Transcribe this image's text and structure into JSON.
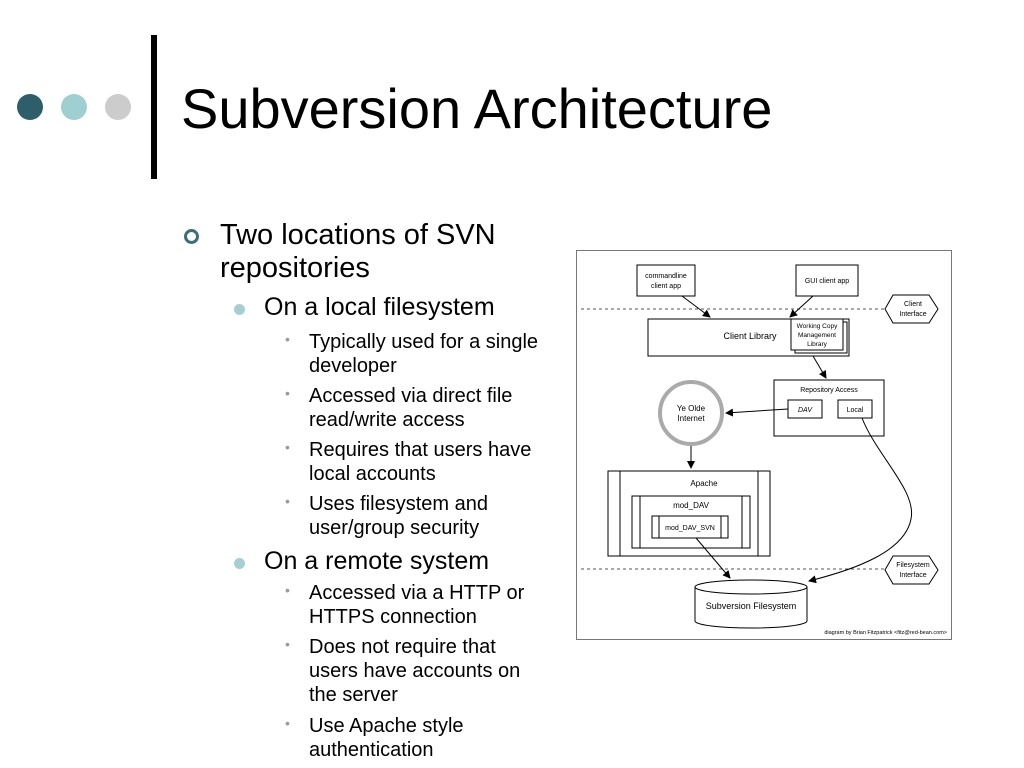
{
  "slide": {
    "title": "Subversion Architecture",
    "accent_colors": {
      "dot1": "#2e5e6a",
      "dot2": "#9fcfd0",
      "dot3": "#cccccc",
      "bullet1": "#3b6f7a",
      "bullet2": "#a7cfd2"
    }
  },
  "content": {
    "l1": "Two locations of SVN repositories",
    "local": {
      "heading": "On a local filesystem",
      "items": [
        "Typically used for a single developer",
        "Accessed via direct file read/write access",
        "Requires that users have local accounts",
        "Uses filesystem and user/group security"
      ]
    },
    "remote": {
      "heading": "On a remote system",
      "items": [
        "Accessed via a HTTP or HTTPS connection",
        "Does not require that users have accounts on the server",
        "Use Apache style authentication"
      ]
    }
  },
  "diagram": {
    "commandline_line1": "commandline",
    "commandline_line2": "client app",
    "gui_client": "GUI client app",
    "client_interface_line1": "Client",
    "client_interface_line2": "Interface",
    "client_library": "Client Library",
    "wc_line1": "Working Copy",
    "wc_line2": "Management",
    "wc_line3": "Library",
    "repository_access": "Repository Access",
    "dav": "DAV",
    "local": "Local",
    "internet_line1": "Ye Olde",
    "internet_line2": "Internet",
    "apache": "Apache",
    "mod_dav": "mod_DAV",
    "mod_dav_svn": "mod_DAV_SVN",
    "filesystem_interface_line1": "Filesystem",
    "filesystem_interface_line2": "Interface",
    "subversion_filesystem": "Subversion Filesystem",
    "credit": "diagram by Brian Fitzpatrick <fitz@red-bean.com>"
  }
}
